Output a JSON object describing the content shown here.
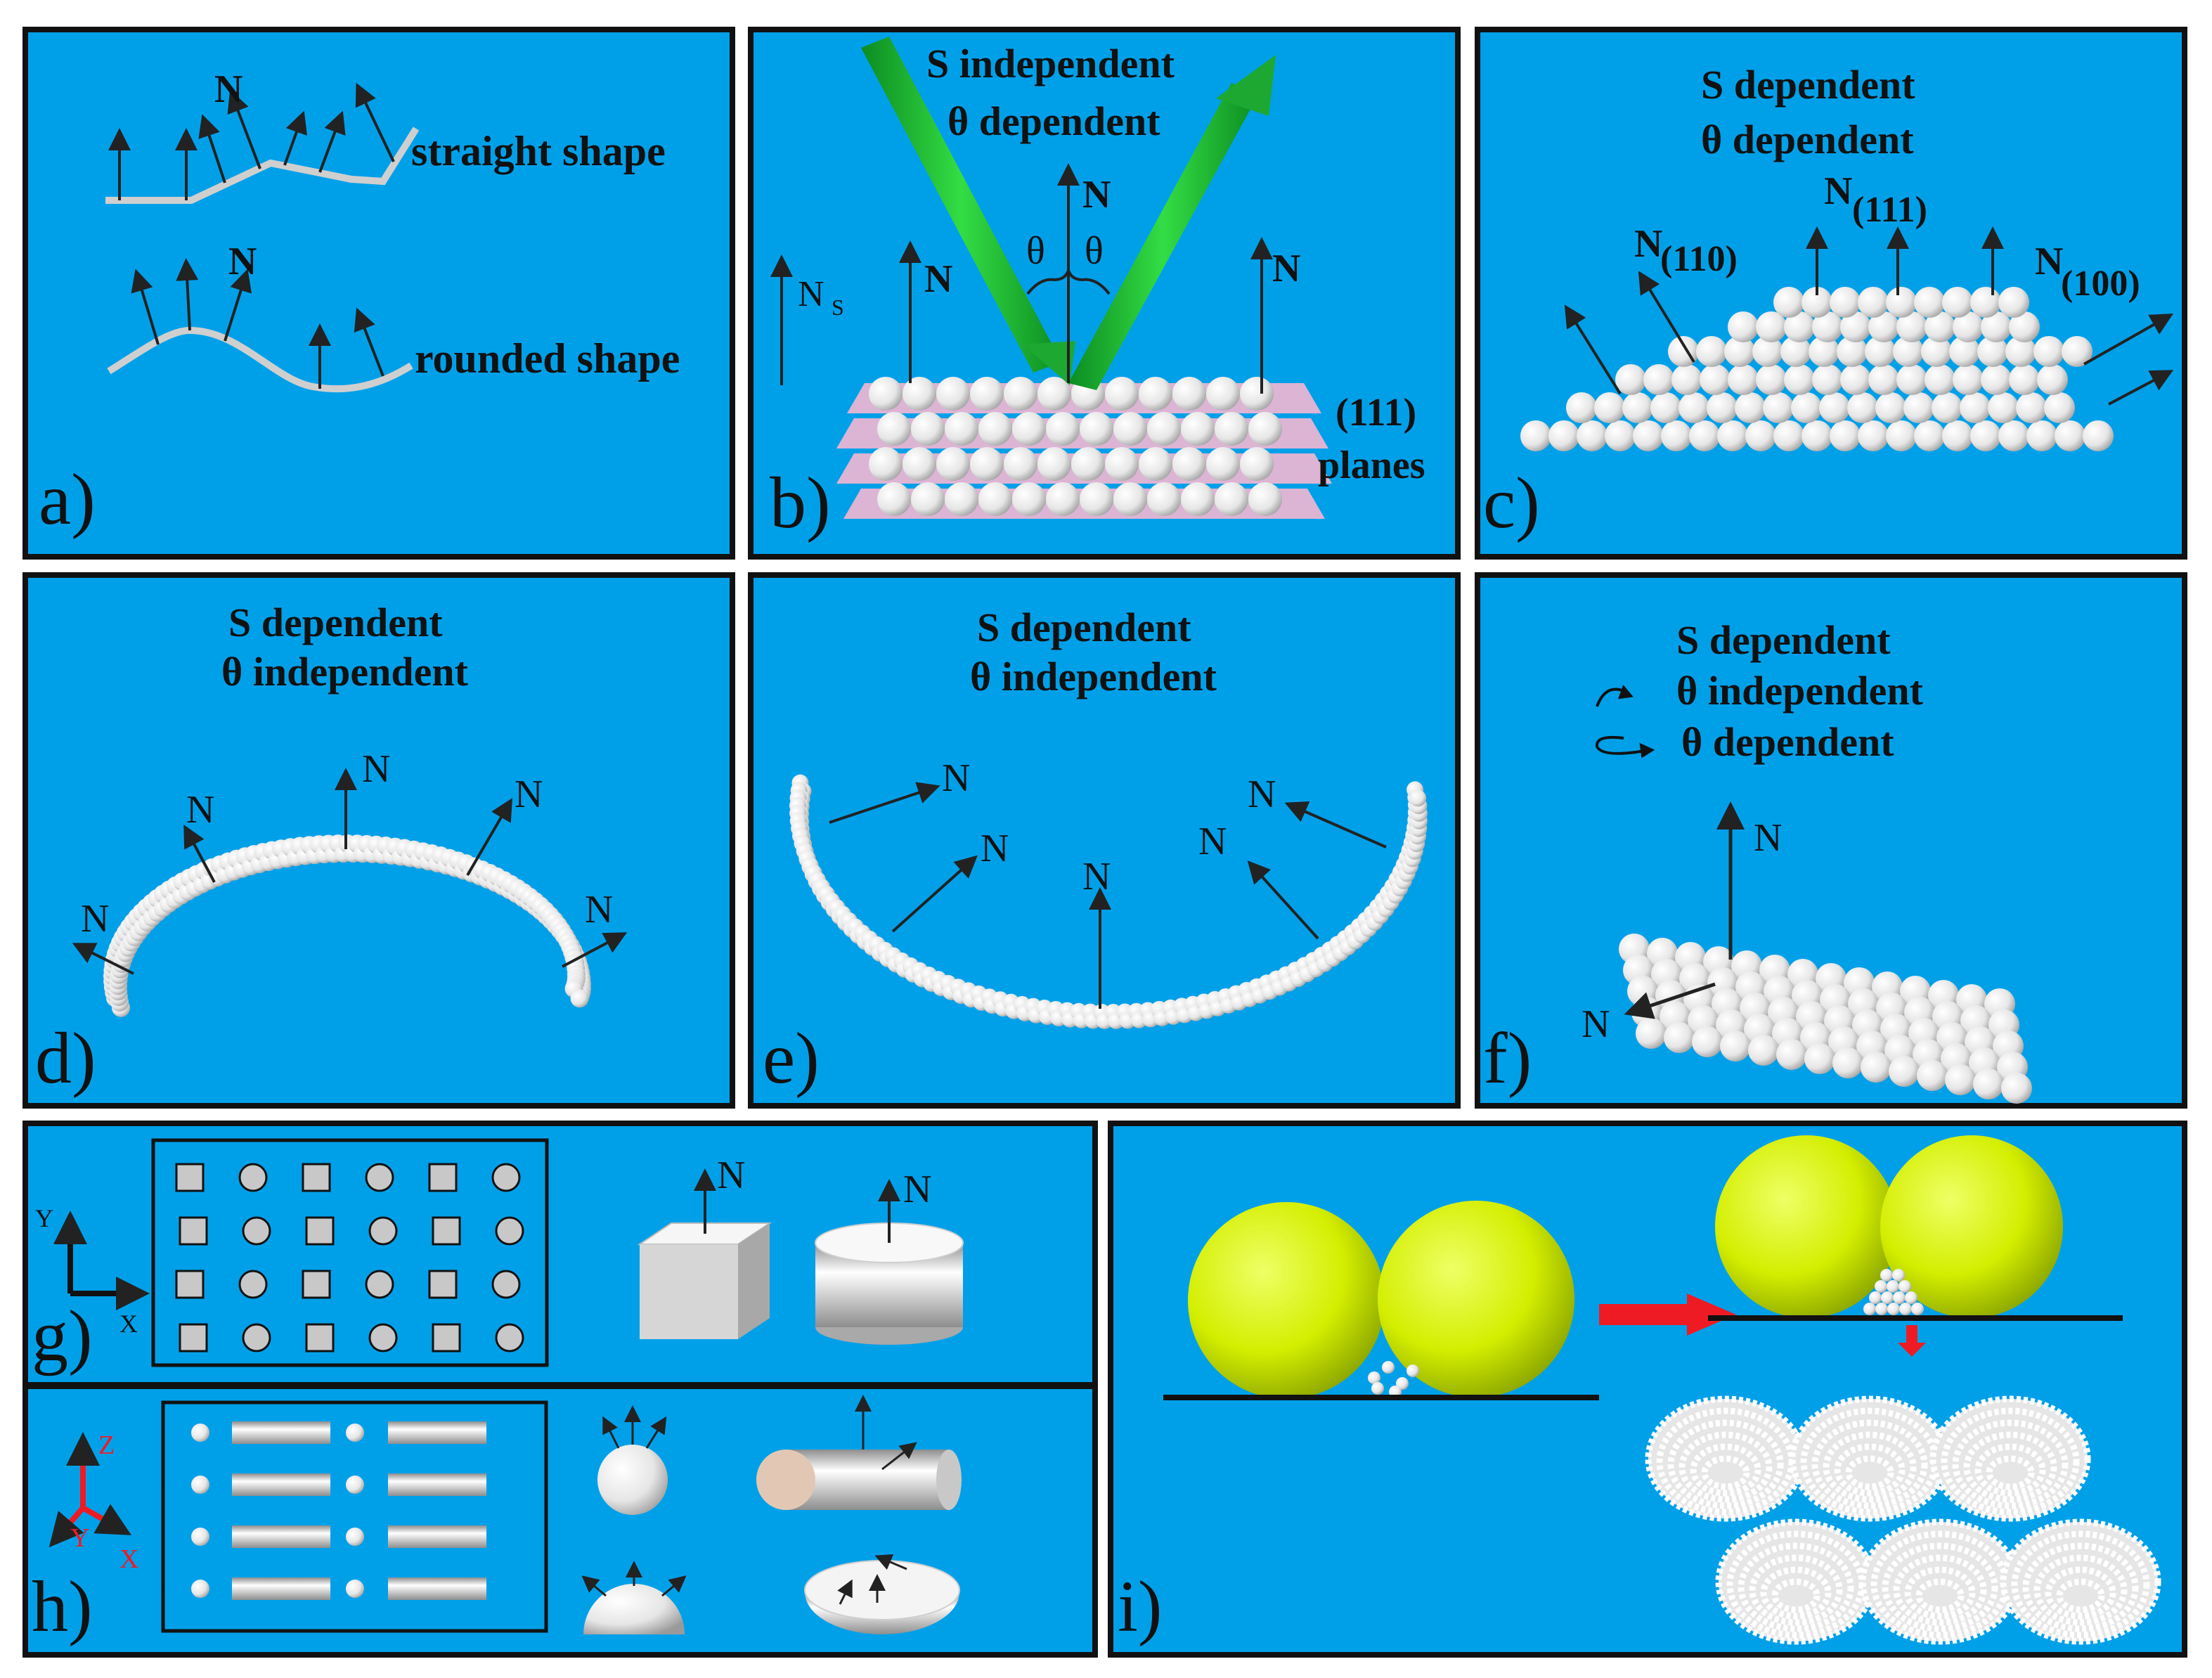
{
  "colors": {
    "panel_bg": "#00a0e9",
    "panel_border": "#111111",
    "line_gray": "#c8c8c8",
    "sphere_white": "#f0f0f0",
    "arrow_green": "#22c03a",
    "plane_pink": "#f4b6d2",
    "ball_yellow": "#d8f000",
    "red_arrow": "#ee1b24"
  },
  "panels": {
    "a": {
      "label": "a)",
      "normal": "N",
      "straight_label": "straight shape",
      "rounded_label": "rounded shape"
    },
    "b": {
      "label": "b)",
      "title1": "S independent",
      "title2": "θ dependent",
      "normal": "N",
      "normal_s_main": "N",
      "normal_s_sub": "S",
      "theta": "θ",
      "planes_label1": "(111)",
      "planes_label2": "planes"
    },
    "c": {
      "label": "c)",
      "title1": "S dependent",
      "title2": "θ dependent",
      "normal": "N",
      "facet_110": "(110)",
      "facet_111": "(111)",
      "facet_100": "(100)"
    },
    "d": {
      "label": "d)",
      "title1": "S dependent",
      "title2": "θ  independent",
      "normal": "N"
    },
    "e": {
      "label": "e)",
      "title1": "S dependent",
      "title2": "θ  independent",
      "normal": "N"
    },
    "f": {
      "label": "f)",
      "title1": "S dependent",
      "title2": "θ  independent",
      "title3": "θ  dependent",
      "normal": "N"
    },
    "g": {
      "label": "g)",
      "axis_y": "Y",
      "axis_x": "X",
      "normal": "N",
      "grid_rows": [
        [
          "square",
          "circle",
          "square",
          "circle",
          "square",
          "circle"
        ],
        [
          "square",
          "circle",
          "square",
          "circle",
          "square",
          "circle"
        ],
        [
          "square",
          "circle",
          "square",
          "circle",
          "square",
          "circle"
        ],
        [
          "square",
          "circle",
          "square",
          "circle",
          "square",
          "circle"
        ]
      ]
    },
    "h": {
      "label": "h)",
      "axis_z": "Z",
      "axis_y": "Y",
      "axis_x": "X"
    },
    "i": {
      "label": "i)"
    }
  },
  "icons": [
    "rotate-axis-icon",
    "flip-axis-icon",
    "red-arrow-icon"
  ]
}
